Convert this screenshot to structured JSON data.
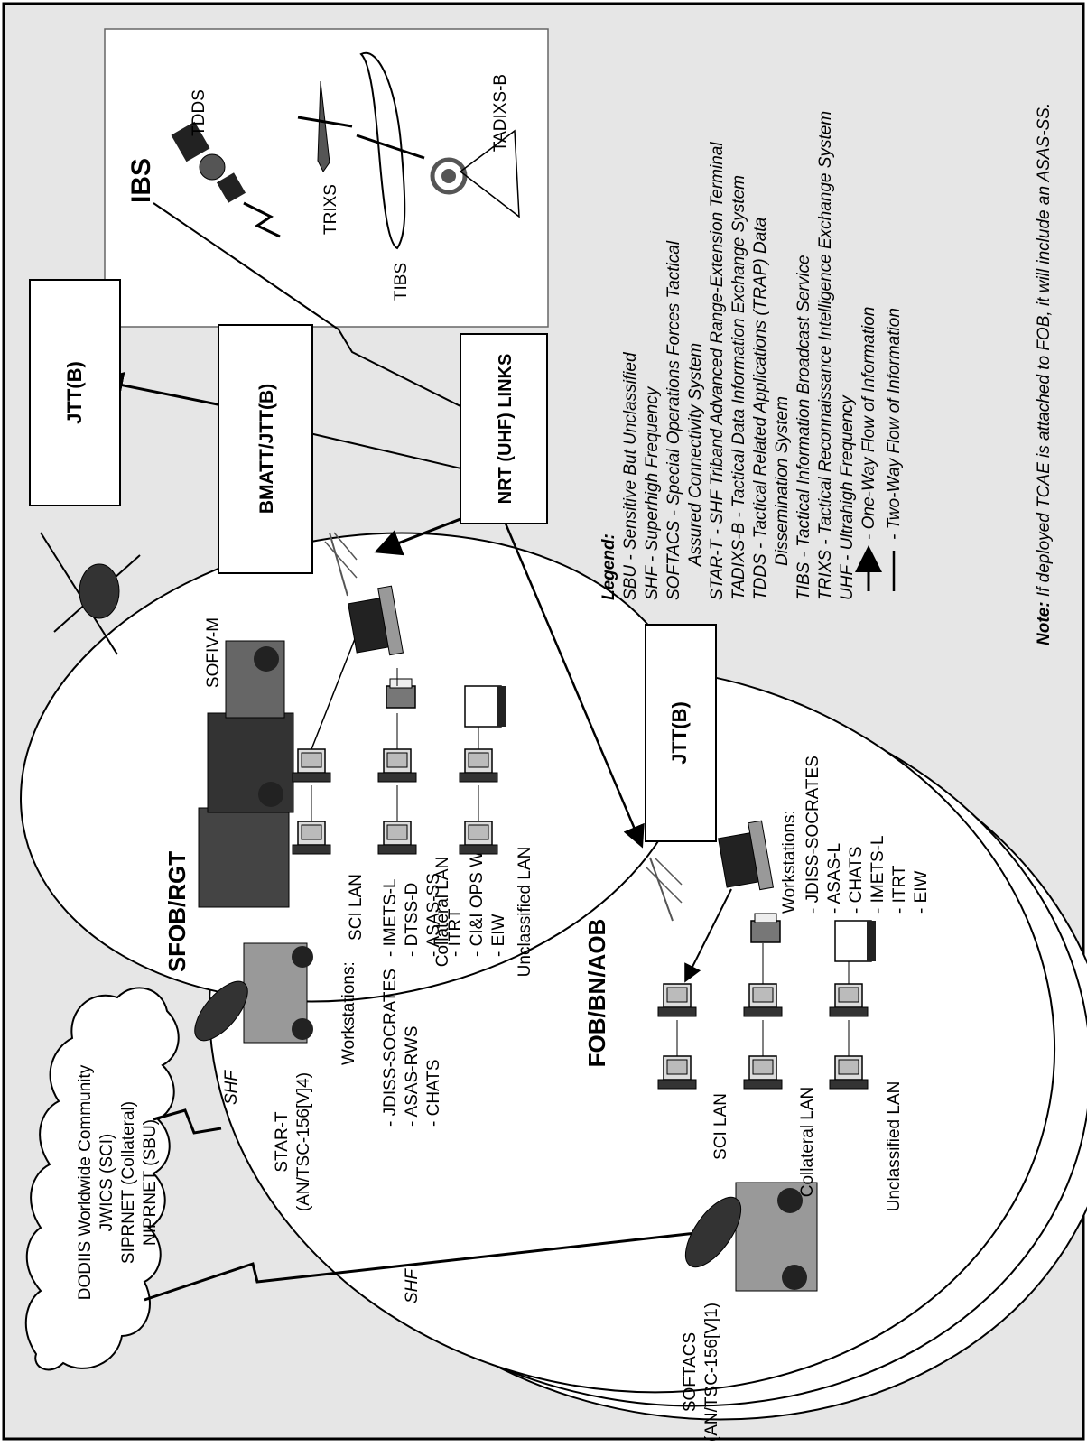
{
  "cloud": {
    "lines": [
      "DODIIS Worldwide Community",
      "JWICS (SCI)",
      "SIPRNET (Collateral)",
      "NIPRNET (SBU)"
    ]
  },
  "links": {
    "shf_upper": "SHF",
    "shf_lower": "SHF"
  },
  "boxes": {
    "jtt_top": "JTT(B)",
    "bmatt": "BMATT/JTT(B)",
    "nrt": "NRT (UHF) LINKS",
    "jtt_fob": "JTT(B)"
  },
  "ibs": {
    "title": "IBS",
    "tdds": "TDDS",
    "trixs": "TRIXS",
    "tibs": "TIBS",
    "tadixs": "TADIXS-B"
  },
  "sfob": {
    "title": "SFOB/RGT",
    "vehicle_top": "SOFIV-M",
    "star_t_name": "STAR-T",
    "star_t_model": "(AN/TSC-156[V]4)",
    "lan_sci": "SCI LAN",
    "lan_collateral": "Collateral LAN",
    "lan_unclassified": "Unclassified LAN",
    "workstations_title": "Workstations:",
    "workstations_col1": [
      "- JDISS-SOCRATES",
      "- ASAS-RWS",
      "- CHATS"
    ],
    "workstations_col2": [
      "- IMETS-L",
      "- DTSS-D",
      "- ASAS-SS",
      "- ITRT",
      "- CI&I OPS WS",
      "- EIW"
    ]
  },
  "fob": {
    "title": "FOB/BN/AOB",
    "softacs_name": "SOFTACS",
    "softacs_model": "(AN/TSC-156[V]1)",
    "lan_sci": "SCI LAN",
    "lan_collateral": "Collateral LAN",
    "lan_unclassified": "Unclassified LAN",
    "workstations_title": "Workstations:",
    "workstations": [
      "- JDISS-SOCRATES",
      "- ASAS-L",
      "- CHATS",
      "- IMETS-L",
      "- ITRT",
      "- EIW"
    ]
  },
  "legend": {
    "title": "Legend:",
    "items": [
      "SBU - Sensitive But Unclassified",
      "SHF - Superhigh Frequency",
      "SOFTACS - Special Operations Forces Tactical",
      "Assured Connectivity System",
      "STAR-T - SHF Triband Advanced Range-Extension Terminal",
      "TADIXS-B - Tactical Data Information Exchange System",
      "TDDS - Tactical Related Applications (TRAP) Data",
      "Dissemination System",
      "TIBS - Tactical Information Broadcast Service",
      "TRIXS - Tactical Reconnaissance Intelligence Exchange System",
      "UHF - Ultrahigh Frequency"
    ],
    "one_way": "- One-Way Flow of Information",
    "two_way": "- Two-Way Flow of Information"
  },
  "note": {
    "label": "Note:",
    "text": " If deployed TCAE is attached to FOB, it will include an ASAS-SS."
  },
  "colors": {
    "background": "#e6e6e6",
    "ink": "#000000",
    "white": "#ffffff"
  }
}
